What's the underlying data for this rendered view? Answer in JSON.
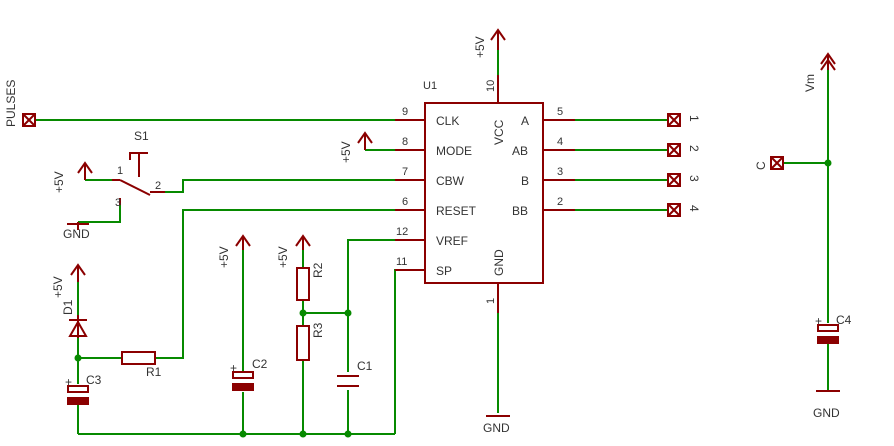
{
  "ic": {
    "ref": "U1",
    "left_pins": [
      {
        "name": "CLK",
        "num": "9"
      },
      {
        "name": "MODE",
        "num": "8"
      },
      {
        "name": "CBW",
        "num": "7"
      },
      {
        "name": "RESET",
        "num": "6"
      },
      {
        "name": "VREF",
        "num": "12"
      },
      {
        "name": "SP",
        "num": "11"
      }
    ],
    "right_pins": [
      {
        "name": "A",
        "num": "5"
      },
      {
        "name": "AB",
        "num": "4"
      },
      {
        "name": "B",
        "num": "3"
      },
      {
        "name": "BB",
        "num": "2"
      }
    ],
    "top_pin": {
      "name": "VCC",
      "num": "10"
    },
    "bottom_pin": {
      "name": "GND",
      "num": "1"
    }
  },
  "connectors": {
    "pulses": "PULSES",
    "out1": "1",
    "out2": "2",
    "out3": "3",
    "out4": "4",
    "c": "C"
  },
  "supplies": {
    "plus5v": "+5V",
    "gnd": "GND",
    "vm": "Vm"
  },
  "parts": {
    "s1": "S1",
    "s1_pin1": "1",
    "s1_pin2": "2",
    "s1_pin3": "3",
    "d1": "D1",
    "r1": "R1",
    "r2": "R2",
    "r3": "R3",
    "c1": "C1",
    "c2": "C2",
    "c3": "C3",
    "c4": "C4"
  }
}
